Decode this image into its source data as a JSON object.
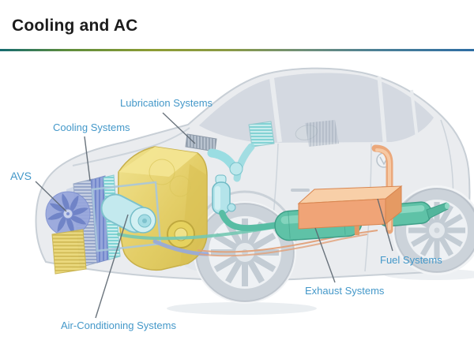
{
  "header": {
    "title": "Cooling and AC"
  },
  "diagram": {
    "type": "car-systems-cutaway",
    "labels": {
      "avs": "AVS",
      "cooling": "Cooling Systems",
      "lubrication": "Lubrication Systems",
      "air_conditioning": "Air-Conditioning Systems",
      "exhaust": "Exhaust Systems",
      "fuel": "Fuel Systems"
    },
    "label_color": "#4498c9",
    "leader_color": "#5c6670",
    "colors": {
      "engine": "#e9d66b",
      "radiator_fan": "#97a6dc",
      "ac_compressor": "#c3e9ee",
      "exhaust_system": "#5fc2a7",
      "fuel_tank": "#f0a477",
      "car_body": "#e9ecef",
      "accent_rule_left": "#156b70",
      "accent_rule_mid": "#8c9c33",
      "accent_rule_right": "#2e6da3"
    }
  }
}
